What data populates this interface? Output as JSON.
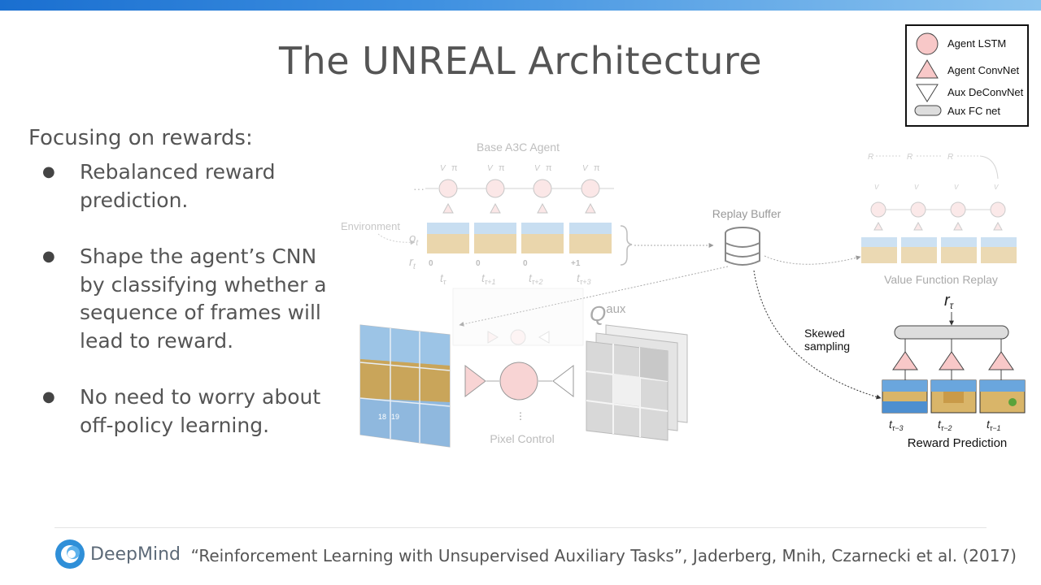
{
  "slide": {
    "title": "The UNREAL Architecture",
    "citation": "“Reinforcement Learning with Unsupervised Auxiliary Tasks”, Jaderberg, Mnih, Czarnecki et al. (2017)",
    "logo_text": "DeepMind",
    "logo_icon": "deepmind-logo-icon",
    "accent_color": "#1a6fd0"
  },
  "legend": {
    "items": [
      {
        "icon": "agent-lstm-circle-icon",
        "label": "Agent LSTM"
      },
      {
        "icon": "agent-convnet-triangle-icon",
        "label": "Agent ConvNet"
      },
      {
        "icon": "aux-deconvnet-inverted-triangle-icon",
        "label": "Aux DeConvNet"
      },
      {
        "icon": "aux-fc-net-pill-icon",
        "label": "Aux FC net"
      }
    ],
    "lstm_color": "#f8c8c8",
    "fc_color": "#dddddd"
  },
  "bullets": {
    "lead": "Focusing on rewards:",
    "items": [
      "Rebalanced reward prediction.",
      "Shape the agent’s CNN by classifying whether a sequence of frames will lead to reward.",
      "No need to worry about off-policy learning."
    ]
  },
  "diagram": {
    "base_agent_label": "Base A3C Agent",
    "environment_label": "Environment",
    "o_label": "o",
    "o_sub": "t",
    "r_label": "r",
    "r_sub": "t",
    "rewards": [
      "0",
      "0",
      "0",
      "+1"
    ],
    "t_main": "t",
    "timesteps": [
      "τ",
      "τ+1",
      "τ+2",
      "τ+3"
    ],
    "v_label": "V",
    "pi_label": "π",
    "ellipsis": "···",
    "replay_buffer_label": "Replay Buffer",
    "value_function_label": "Value Function Replay",
    "r_heads": [
      "R",
      "R",
      "R"
    ],
    "v_heads": [
      "V",
      "V",
      "V",
      "V"
    ],
    "pixel_control_label": "Pixel Control",
    "qaux_base": "Q",
    "qaux_sup": "aux",
    "frame_numbers": [
      "18",
      "19"
    ],
    "skewed_sampling_label": [
      "Skewed",
      "sampling"
    ],
    "reward_prediction_label": "Reward Prediction",
    "r_tau_base": "r",
    "r_tau_sub": "τ",
    "reward_timesteps": [
      "τ−3",
      "τ−2",
      "τ−1"
    ],
    "vertical_dots": "⋮"
  }
}
